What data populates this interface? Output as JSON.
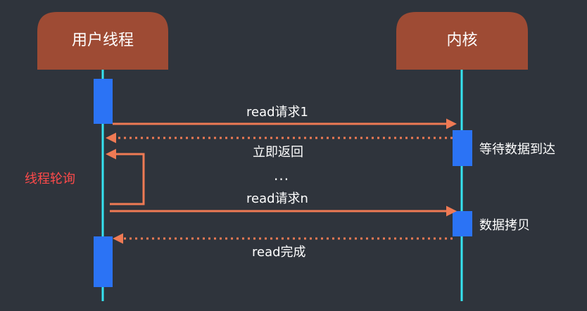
{
  "participants": {
    "user_thread": "用户线程",
    "kernel": "内核"
  },
  "messages": {
    "read_request_1": "read请求1",
    "return_immediately": "立即返回",
    "ellipsis": "...",
    "read_request_n": "read请求n",
    "read_complete": "read完成"
  },
  "annotations": {
    "thread_polling": "线程轮询",
    "wait_for_data": "等待数据到达",
    "data_copy": "数据拷贝"
  },
  "colors": {
    "background": "#2f343c",
    "header_box": "#9e4b34",
    "lifeline": "#36e3f0",
    "activation": "#2b73f5",
    "arrow": "#ef7a54",
    "polling_text": "#ff4a4a",
    "text": "#ffffff"
  }
}
